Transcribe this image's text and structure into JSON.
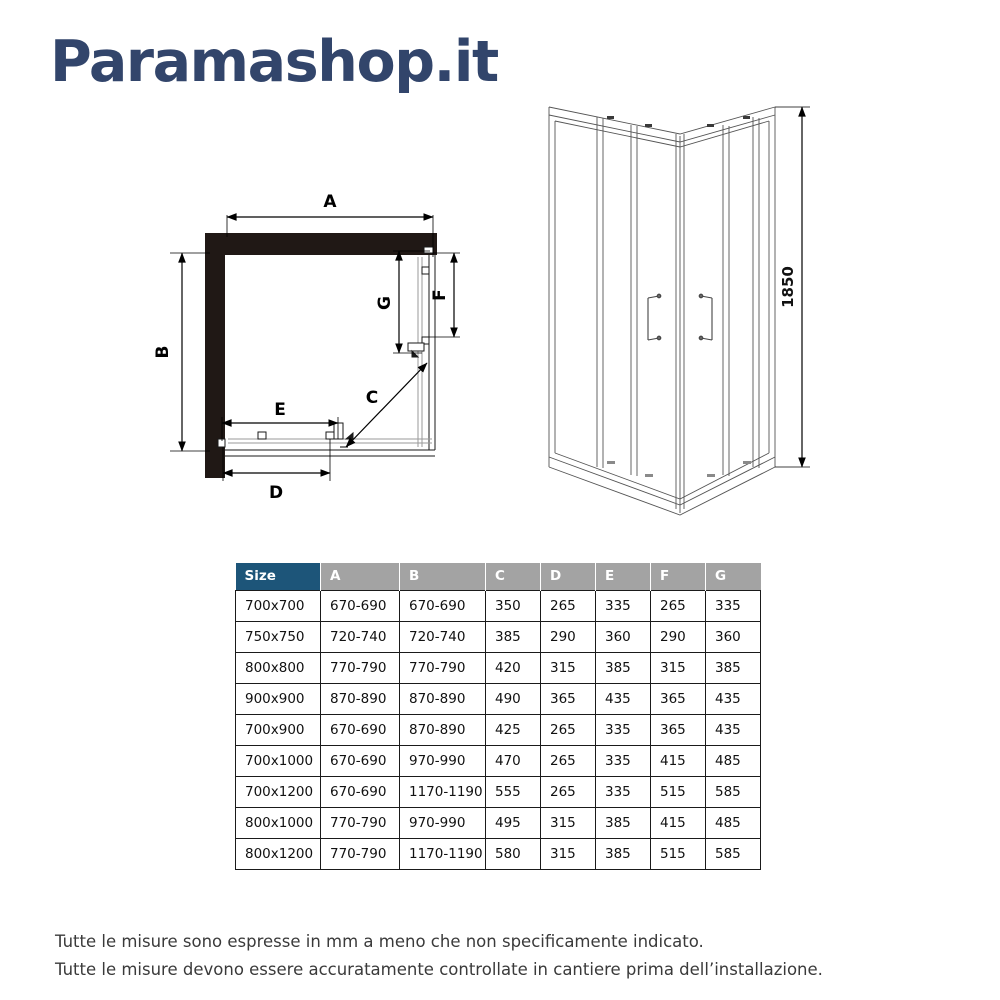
{
  "brand": {
    "name": "Paramashop.it",
    "color": "#32456b"
  },
  "plan_view": {
    "title": "plan-view",
    "wall_color": "#201815",
    "dimension_labels": {
      "a": "A",
      "b": "B",
      "c": "C",
      "d": "D",
      "e": "E",
      "f": "F",
      "g": "G"
    }
  },
  "iso_view": {
    "title": "isometric-view",
    "height_dimension": "1850",
    "line_color": "#4a4a4a"
  },
  "table": {
    "header_accent_color": "#1d5579",
    "header_color": "#a3a3a3",
    "columns": [
      "Size",
      "A",
      "B",
      "C",
      "D",
      "E",
      "F",
      "G"
    ],
    "rows": [
      {
        "size": "700x700",
        "a": "670-690",
        "b": "670-690",
        "c": "350",
        "d": "265",
        "e": "335",
        "f": "265",
        "g": "335"
      },
      {
        "size": "750x750",
        "a": "720-740",
        "b": "720-740",
        "c": "385",
        "d": "290",
        "e": "360",
        "f": "290",
        "g": "360"
      },
      {
        "size": "800x800",
        "a": "770-790",
        "b": "770-790",
        "c": "420",
        "d": "315",
        "e": "385",
        "f": "315",
        "g": "385"
      },
      {
        "size": "900x900",
        "a": "870-890",
        "b": "870-890",
        "c": "490",
        "d": "365",
        "e": "435",
        "f": "365",
        "g": "435"
      },
      {
        "size": "700x900",
        "a": "670-690",
        "b": "870-890",
        "c": "425",
        "d": "265",
        "e": "335",
        "f": "365",
        "g": "435"
      },
      {
        "size": "700x1000",
        "a": "670-690",
        "b": "970-990",
        "c": "470",
        "d": "265",
        "e": "335",
        "f": "415",
        "g": "485"
      },
      {
        "size": "700x1200",
        "a": "670-690",
        "b": "1170-1190",
        "c": "555",
        "d": "265",
        "e": "335",
        "f": "515",
        "g": "585"
      },
      {
        "size": "800x1000",
        "a": "770-790",
        "b": "970-990",
        "c": "495",
        "d": "315",
        "e": "385",
        "f": "415",
        "g": "485"
      },
      {
        "size": "800x1200",
        "a": "770-790",
        "b": "1170-1190",
        "c": "580",
        "d": "315",
        "e": "385",
        "f": "515",
        "g": "585"
      }
    ]
  },
  "footer": {
    "lines": [
      "Tutte le misure sono espresse in mm a meno che non specificamente indicato.",
      "Tutte le misure devono essere accuratamente controllate in cantiere prima dell’installazione."
    ]
  }
}
